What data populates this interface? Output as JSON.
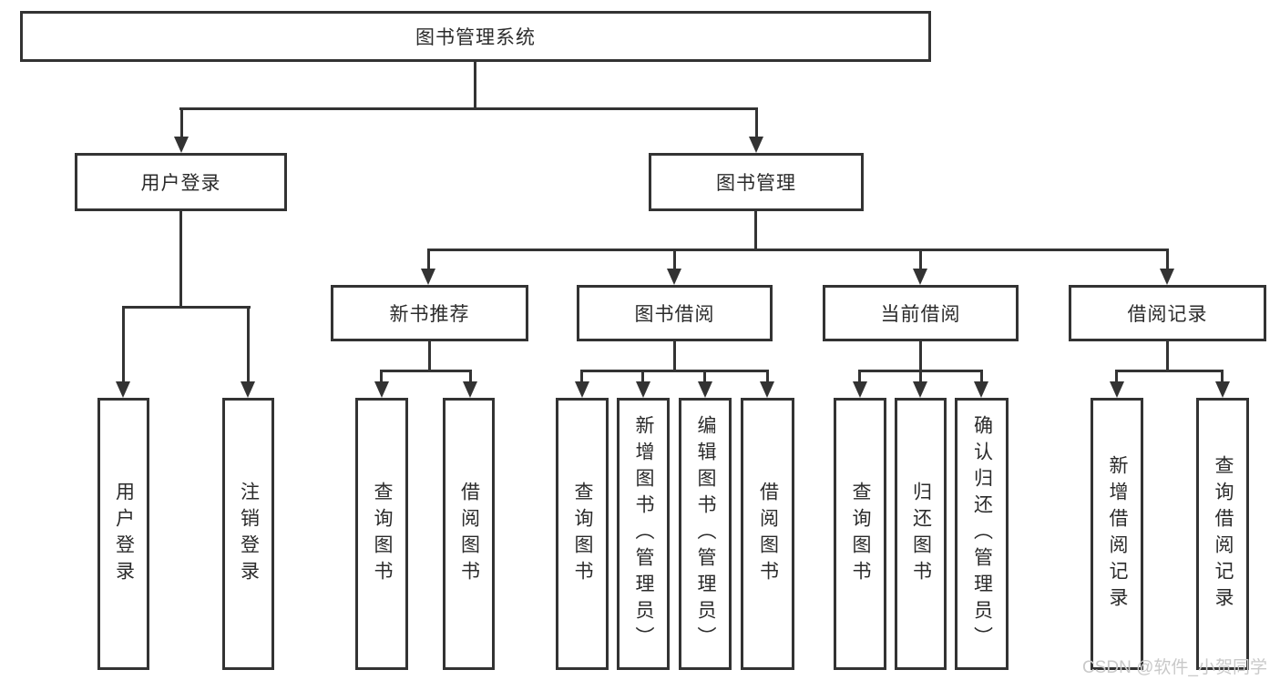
{
  "tree": {
    "label": "图书管理系统",
    "children": [
      {
        "label": "用户登录",
        "children": [
          {
            "label": "用户登录"
          },
          {
            "label": "注销登录"
          }
        ]
      },
      {
        "label": "图书管理",
        "children": [
          {
            "label": "新书推荐",
            "children": [
              {
                "label": "查询图书"
              },
              {
                "label": "借阅图书"
              }
            ]
          },
          {
            "label": "图书借阅",
            "children": [
              {
                "label": "查询图书"
              },
              {
                "label": "新增图书（管理员）"
              },
              {
                "label": "编辑图书（管理员）"
              },
              {
                "label": "借阅图书"
              }
            ]
          },
          {
            "label": "当前借阅",
            "children": [
              {
                "label": "查询图书"
              },
              {
                "label": "归还图书"
              },
              {
                "label": "确认归还（管理员）"
              }
            ]
          },
          {
            "label": "借阅记录",
            "children": [
              {
                "label": "新增借阅记录"
              },
              {
                "label": "查询借阅记录"
              }
            ]
          }
        ]
      }
    ]
  },
  "watermark": {
    "text": "CSDN @软件_小贺同学"
  },
  "colors": {
    "line": "#333333",
    "text": "#2b2b2b",
    "background": "#ffffff",
    "watermark": "#c9c9c9"
  }
}
